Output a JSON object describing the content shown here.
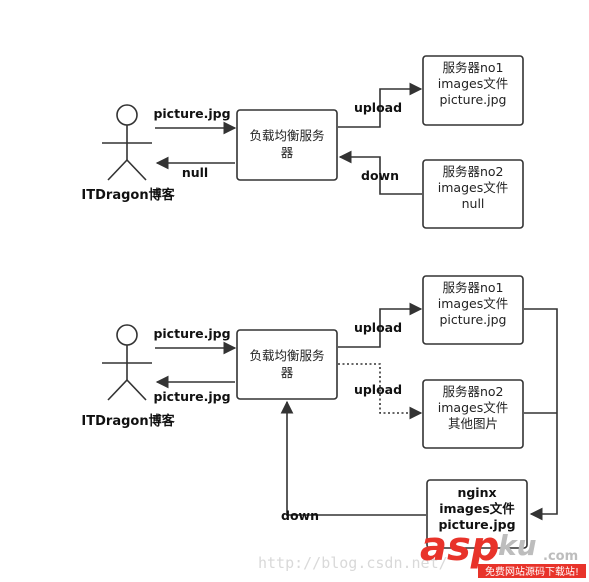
{
  "diagram": {
    "top": {
      "actor_label": "ITDragon博客",
      "lb_lines": [
        "负载均衡服务",
        "器"
      ],
      "server1_lines": [
        "服务器no1",
        "images文件",
        "picture.jpg"
      ],
      "server2_lines": [
        "服务器no2",
        "images文件",
        "null"
      ],
      "edge_request": "picture.jpg",
      "edge_response": "null",
      "edge_upload": "upload",
      "edge_down": "down"
    },
    "bottom": {
      "actor_label": "ITDragon博客",
      "lb_lines": [
        "负载均衡服务",
        "器"
      ],
      "server1_lines": [
        "服务器no1",
        "images文件",
        "picture.jpg"
      ],
      "server2_lines": [
        "服务器no2",
        "images文件",
        "其他图片"
      ],
      "nginx_lines": [
        "nginx",
        "images文件",
        "picture.jpg"
      ],
      "edge_request": "picture.jpg",
      "edge_response": "picture.jpg",
      "edge_upload1": "upload",
      "edge_upload2": "upload",
      "edge_down": "down"
    }
  },
  "watermark": {
    "url": "http://blog.csdn.net/",
    "logo_part1": "asp",
    "logo_part2": "ku",
    "logo_suffix": ".com",
    "tagline": "免费网站源码下载站!"
  },
  "colors": {
    "stroke": "#333333",
    "logo_red": "#e8332a",
    "logo_gray": "#bdbdbd",
    "tagline_bg": "#e8332a"
  }
}
